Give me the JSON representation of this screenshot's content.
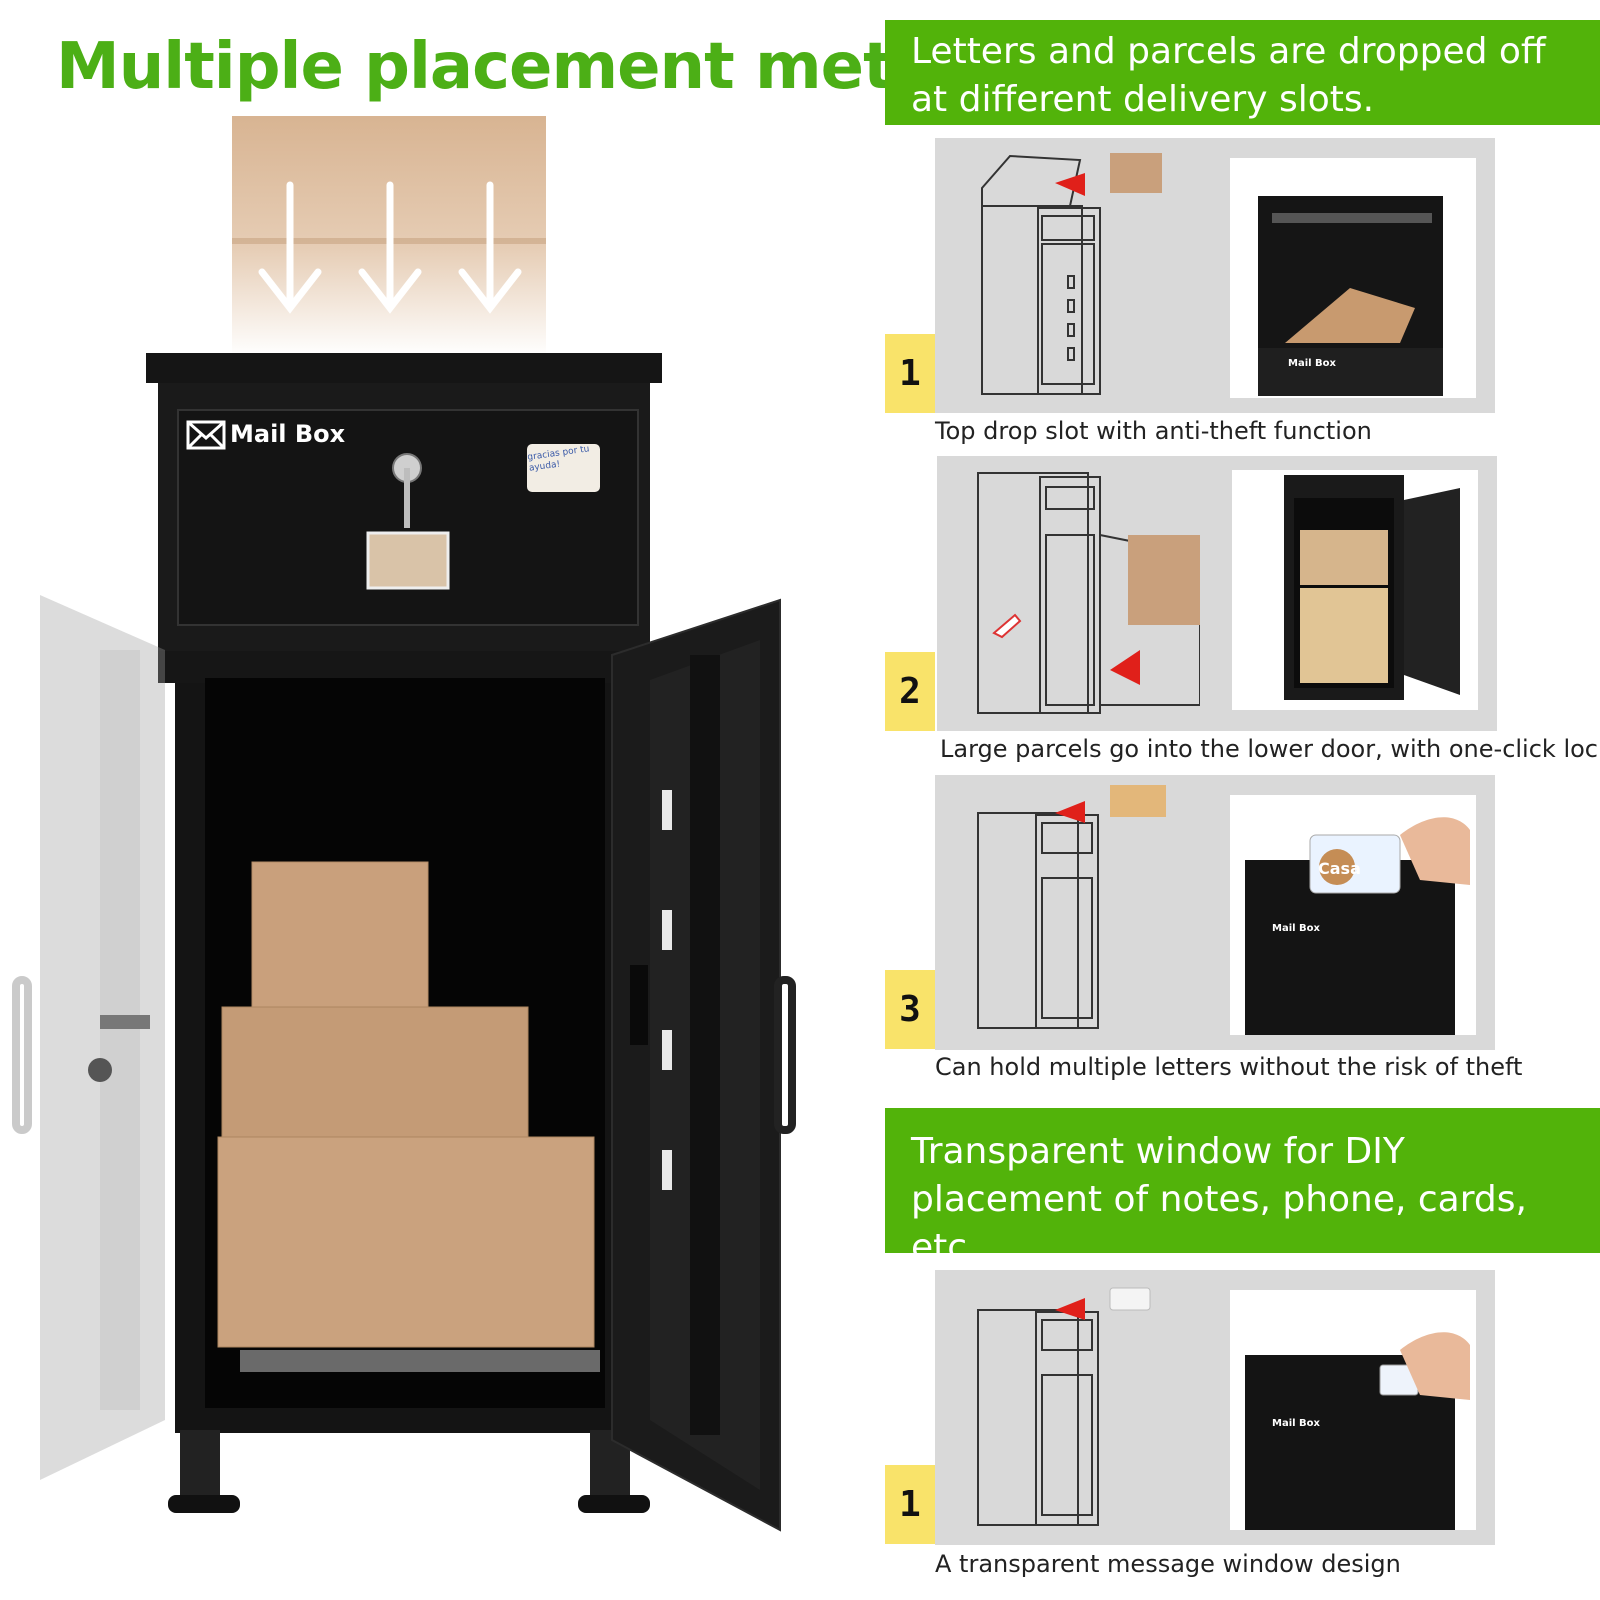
{
  "header": {
    "title": "Multiple placement methods"
  },
  "banners": {
    "top": "Letters and parcels are dropped off at different delivery slots.",
    "bottom": "Transparent window for DIY placement of notes, phone, cards, etc......"
  },
  "product": {
    "brand_label": "Mail Box",
    "note_text": "gracias por tu ayuda!"
  },
  "steps": [
    {
      "number": "1",
      "caption": "Top drop slot with anti-theft function"
    },
    {
      "number": "2",
      "caption": "Large parcels go into the lower door, with one-click locking"
    },
    {
      "number": "3",
      "caption": "Can hold multiple letters without the risk of theft"
    },
    {
      "number": "1",
      "caption": "A transparent message window design"
    }
  ],
  "photo_labels": {
    "mailbox_label": "Mail Box",
    "envelope_text": "Casa"
  },
  "colors": {
    "accent_green": "#52b30a",
    "title_green": "#4caf16",
    "step_yellow": "#f9e36a",
    "cardboard": "#c9a07c",
    "cabinet": "#111111"
  },
  "icons": [
    "envelope-icon",
    "down-arrow-icon",
    "key-icon",
    "cursor-hand-icon",
    "red-arrow-icon"
  ]
}
